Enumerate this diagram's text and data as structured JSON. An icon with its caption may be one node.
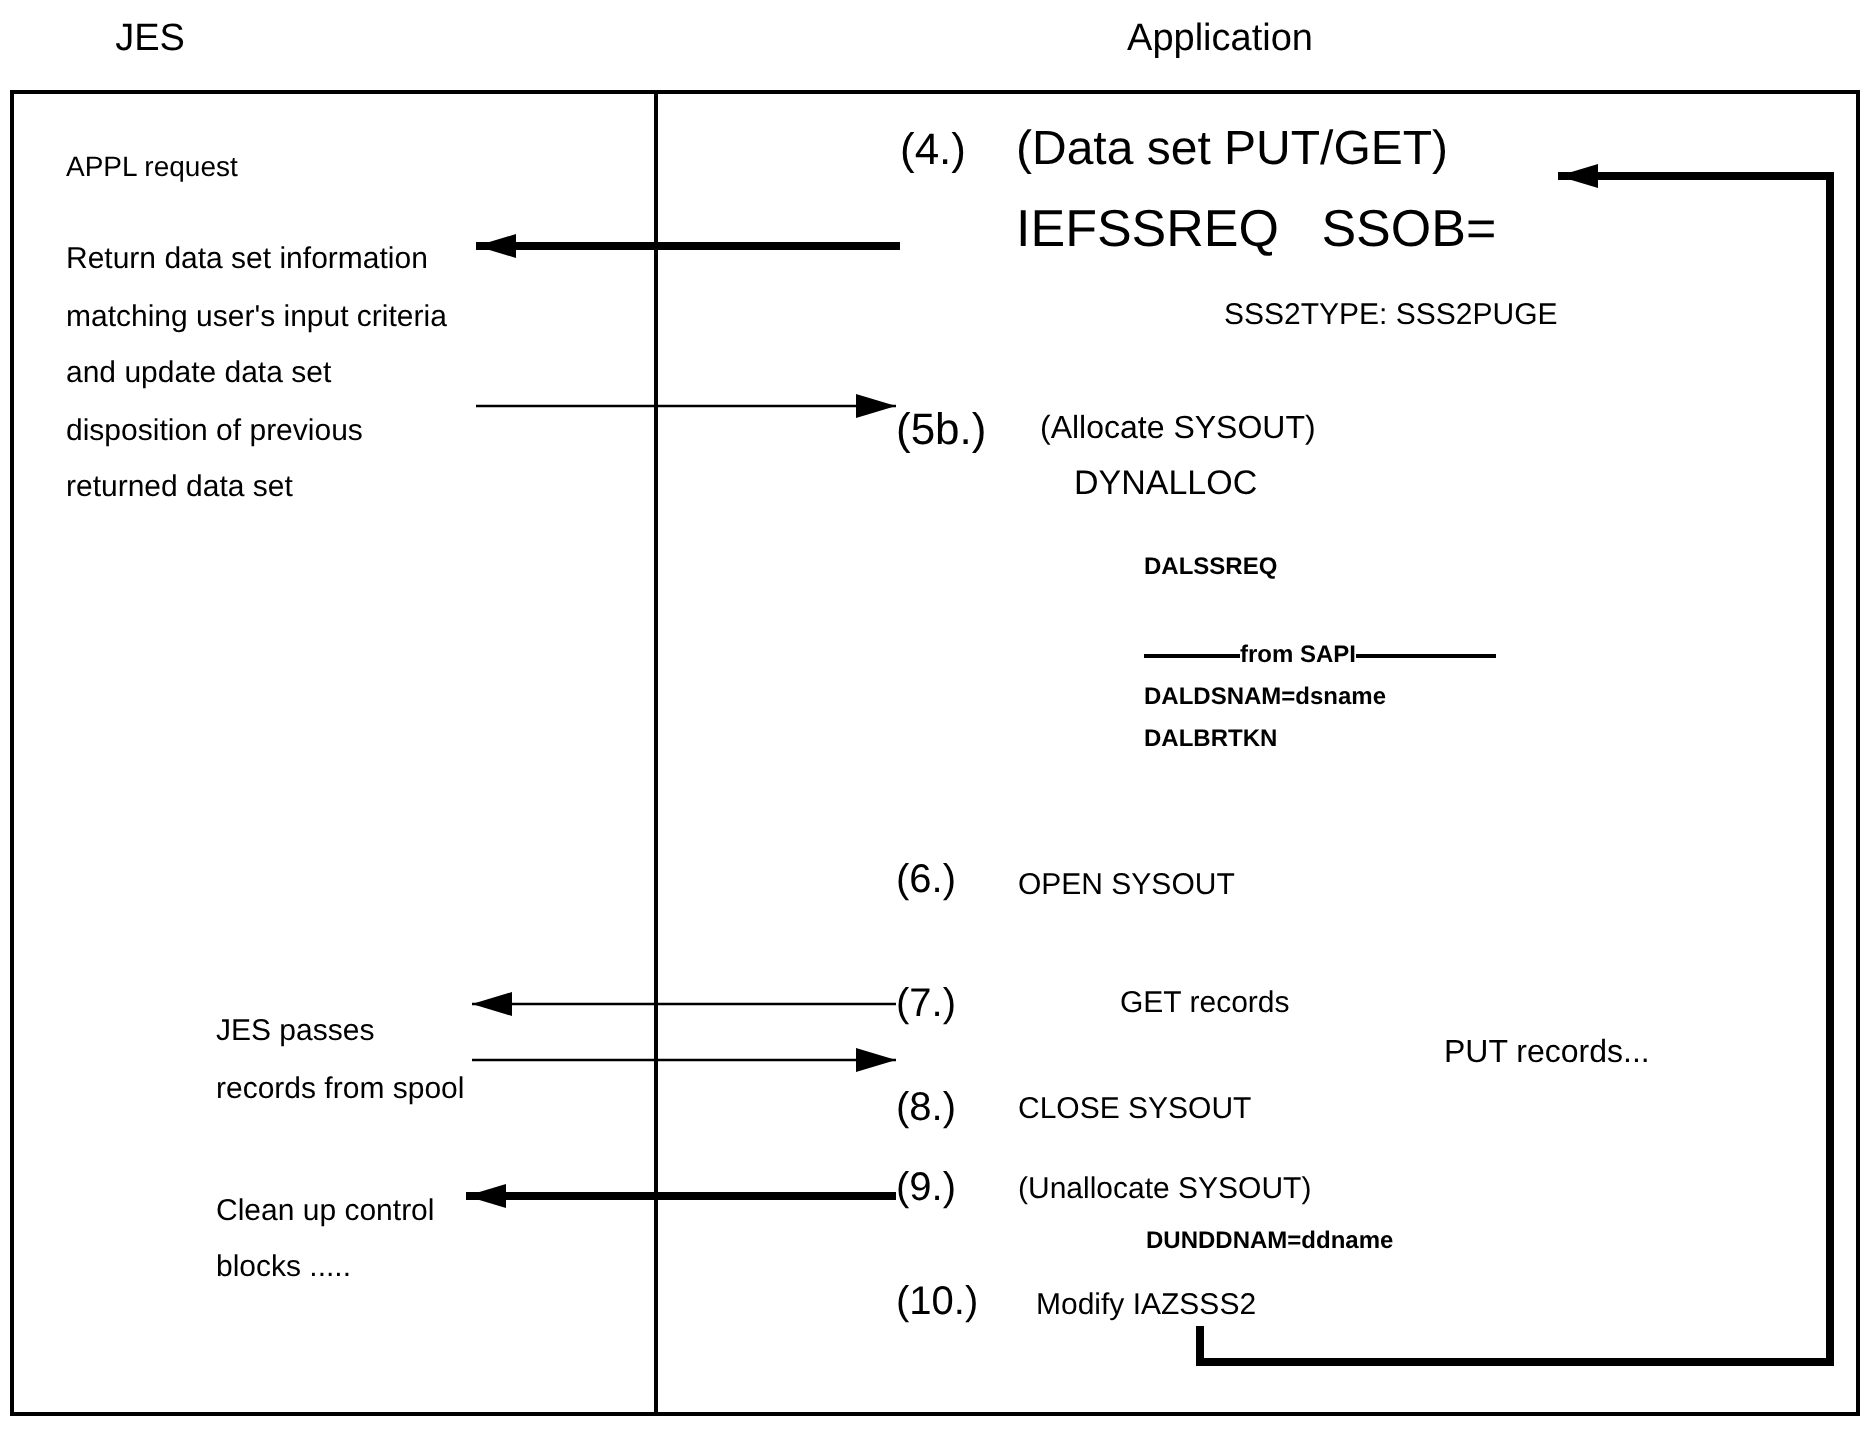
{
  "diagram": {
    "nodes": [
      {
        "text": [
          "JES"
        ]
      },
      {
        "text": [
          "Application"
        ]
      },
      {
        "text": [
          "Return data set information matching user's input criteria and update data set disposition of previous returned data set"
        ],
        "in": 0
      },
      {
        "text": [
          "JES passes records from spool"
        ],
        "in": 0
      },
      {
        "text": [
          "Clean up control blocks ....."
        ],
        "in": 0
      },
      {
        "text": [
          "(4.)",
          "(Data set PUT/GET)",
          "IEFSSREQ SSOB=",
          "SSS2TYPE: SSS2PUGE"
        ],
        "in": 1
      },
      {
        "text": [
          "(5b.)",
          "(Allocate SYSOUT)",
          "DYNALLOC",
          "DALSSREQ",
          "from SAPI",
          "DALDSNAM=dsname",
          "DALBRTKN"
        ],
        "in": 1
      },
      {
        "text": [
          "(7.)",
          "GET records"
        ],
        "in": 1
      },
      {
        "text": [
          "(9.)",
          "(Unallocate SYSOUT)",
          "DUNDDNAM=ddname"
        ],
        "in": 1
      },
      {
        "text": [
          "(10.)",
          "Modify IAZSSS2"
        ],
        "in": 1
      }
    ],
    "edges": [
      {
        "from": 5,
        "to": 2,
        "arrow": "to",
        "style": "thick"
      },
      {
        "from": 2,
        "to": 6,
        "arrow": "to"
      },
      {
        "from": 7,
        "to": 3,
        "arrow": "to"
      },
      {
        "from": 3,
        "to": 7,
        "arrow": "to"
      },
      {
        "from": 8,
        "to": 4,
        "arrow": "to",
        "style": "thick"
      },
      {
        "from": 9,
        "to": 5,
        "arrow": "to",
        "style": "thick"
      }
    ],
    "labels": [
      "APPL request",
      "(6.)",
      "OPEN SYSOUT",
      "PUT records...",
      "(8.)",
      "CLOSE SYSOUT"
    ]
  }
}
